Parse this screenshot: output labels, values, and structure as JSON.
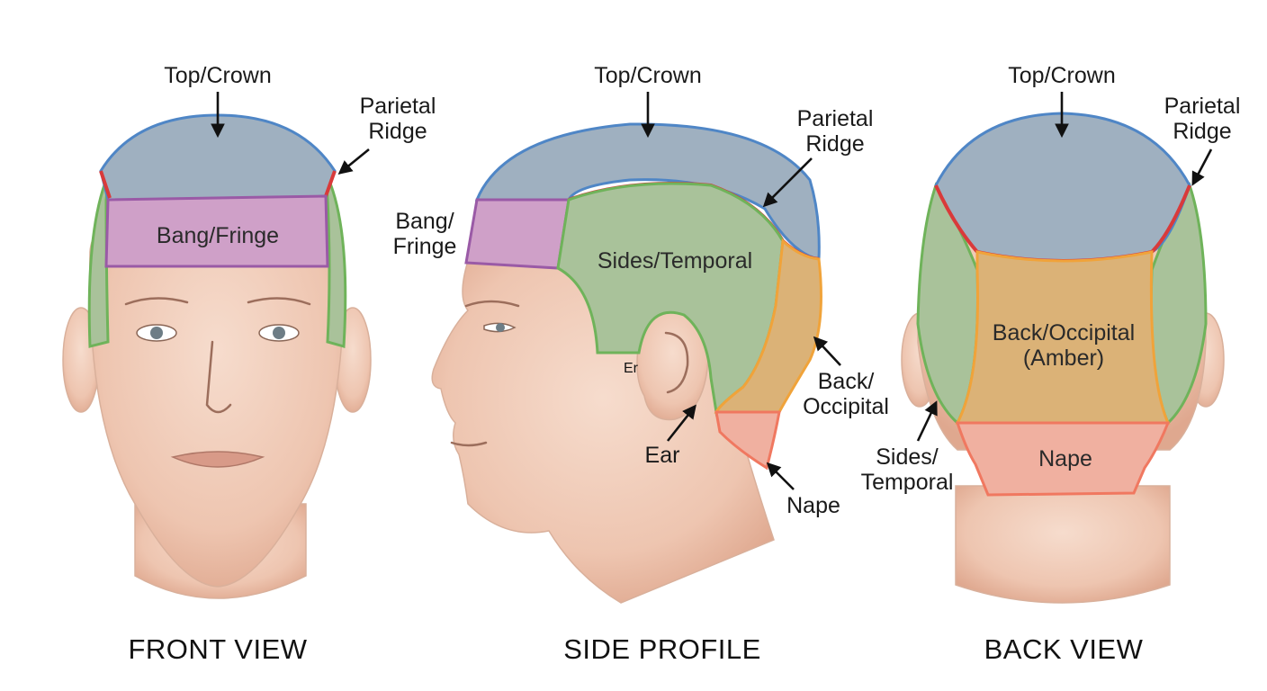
{
  "colors": {
    "crown": "#9fb0c0",
    "crown_border": "#4f86c6",
    "ridge": "#d93a3a",
    "fringe": "#cfa0c8",
    "fringe_border": "#9a5aa6",
    "temporal": "#a9c29a",
    "temporal_border": "#6fb35a",
    "occipital": "#dbb277",
    "occipital_border": "#f0a33a",
    "nape": "#f0b0a0",
    "nape_border": "#f07860",
    "skin": "#f2d2c0"
  },
  "front_view": {
    "title": "FRONT VIEW",
    "label_crown": "Top/Crown",
    "label_ridge_line1": "Parietal",
    "label_ridge_line2": "Ridge",
    "zone_fringe": "Bang/Fringe"
  },
  "side_profile": {
    "title": "SIDE PROFILE",
    "label_crown": "Top/Crown",
    "label_ridge_line1": "Parietal",
    "label_ridge_line2": "Ridge",
    "label_fringe_line1": "Bang/",
    "label_fringe_line2": "Fringe",
    "zone_temporal": "Sides/Temporal",
    "label_ear_small": "Er",
    "label_ear": "Ear",
    "label_back_line1": "Back/",
    "label_back_line2": "Occipital",
    "label_nape": "Nape"
  },
  "back_view": {
    "title": "BACK VIEW",
    "label_crown": "Top/Crown",
    "label_ridge_line1": "Parietal",
    "label_ridge_line2": "Ridge",
    "zone_occipital_line1": "Back/Occipital",
    "zone_occipital_line2": "(Amber)",
    "zone_nape": "Nape",
    "label_sides_line1": "Sides/",
    "label_sides_line2": "Temporal"
  }
}
